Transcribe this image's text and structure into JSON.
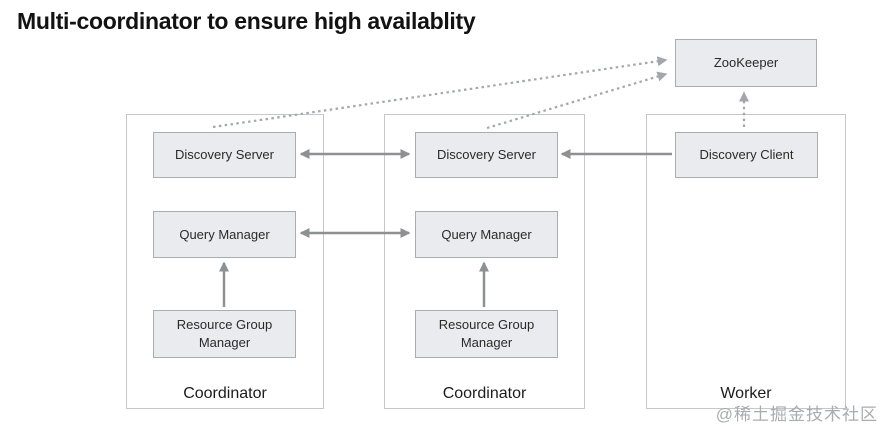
{
  "title": "Multi-coordinator to ensure high availablity",
  "watermark": "@稀土掘金技术社区",
  "zookeeper": {
    "label": "ZooKeeper"
  },
  "containers": [
    {
      "label": "Coordinator",
      "boxes": {
        "discovery_server": "Discovery Server",
        "query_manager": "Query Manager",
        "resource_group_manager": "Resource Group Manager"
      }
    },
    {
      "label": "Coordinator",
      "boxes": {
        "discovery_server": "Discovery Server",
        "query_manager": "Query Manager",
        "resource_group_manager": "Resource Group Manager"
      }
    },
    {
      "label": "Worker",
      "boxes": {
        "discovery_client": "Discovery Client"
      }
    }
  ],
  "connections": [
    {
      "from": "coordinator-1-discovery-server",
      "to": "coordinator-2-discovery-server",
      "style": "solid",
      "direction": "both"
    },
    {
      "from": "coordinator-1-query-manager",
      "to": "coordinator-2-query-manager",
      "style": "solid",
      "direction": "both"
    },
    {
      "from": "worker-discovery-client",
      "to": "coordinator-2-discovery-server",
      "style": "solid",
      "direction": "one-way"
    },
    {
      "from": "coordinator-1-resource-group-manager",
      "to": "coordinator-1-query-manager",
      "style": "solid",
      "direction": "one-way"
    },
    {
      "from": "coordinator-2-resource-group-manager",
      "to": "coordinator-2-query-manager",
      "style": "solid",
      "direction": "one-way"
    },
    {
      "from": "coordinator-1-discovery-server",
      "to": "zookeeper",
      "style": "dotted",
      "direction": "one-way"
    },
    {
      "from": "coordinator-2-discovery-server",
      "to": "zookeeper",
      "style": "dotted",
      "direction": "one-way"
    },
    {
      "from": "worker-discovery-client",
      "to": "zookeeper",
      "style": "dotted",
      "direction": "one-way"
    }
  ],
  "colors": {
    "node_fill": "#e9ebef",
    "node_border": "#a9adb3",
    "container_border": "#c5c7c9",
    "arrow_solid": "#8e9194",
    "arrow_dotted": "#a3a7ab",
    "title_color": "#121212",
    "watermark_color": "#aaacae"
  }
}
